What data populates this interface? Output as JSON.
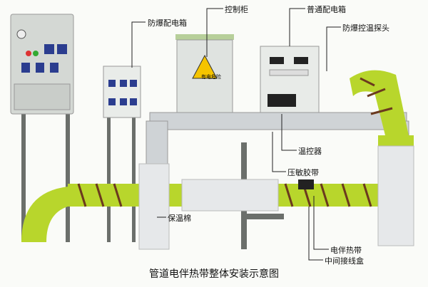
{
  "caption": "管道电伴热带整体安装示意图",
  "labels": {
    "explosion_proof_box": "防爆配电箱",
    "control_cabinet": "控制柜",
    "ordinary_box": "普通配电箱",
    "probe": "防爆控温探头",
    "thermostat": "温控器",
    "tape": "压敏胶带",
    "insulation": "保温棉",
    "heating_cable": "电伴热带",
    "junction_box": "中间接线盒"
  },
  "cabinet_sign": "有电危险",
  "colors": {
    "pipe": "#b8d62c",
    "cable": "#6b3a1e",
    "metal": "#d8dcd8",
    "insulation": "#e6e8ea",
    "leader": "#222222"
  }
}
